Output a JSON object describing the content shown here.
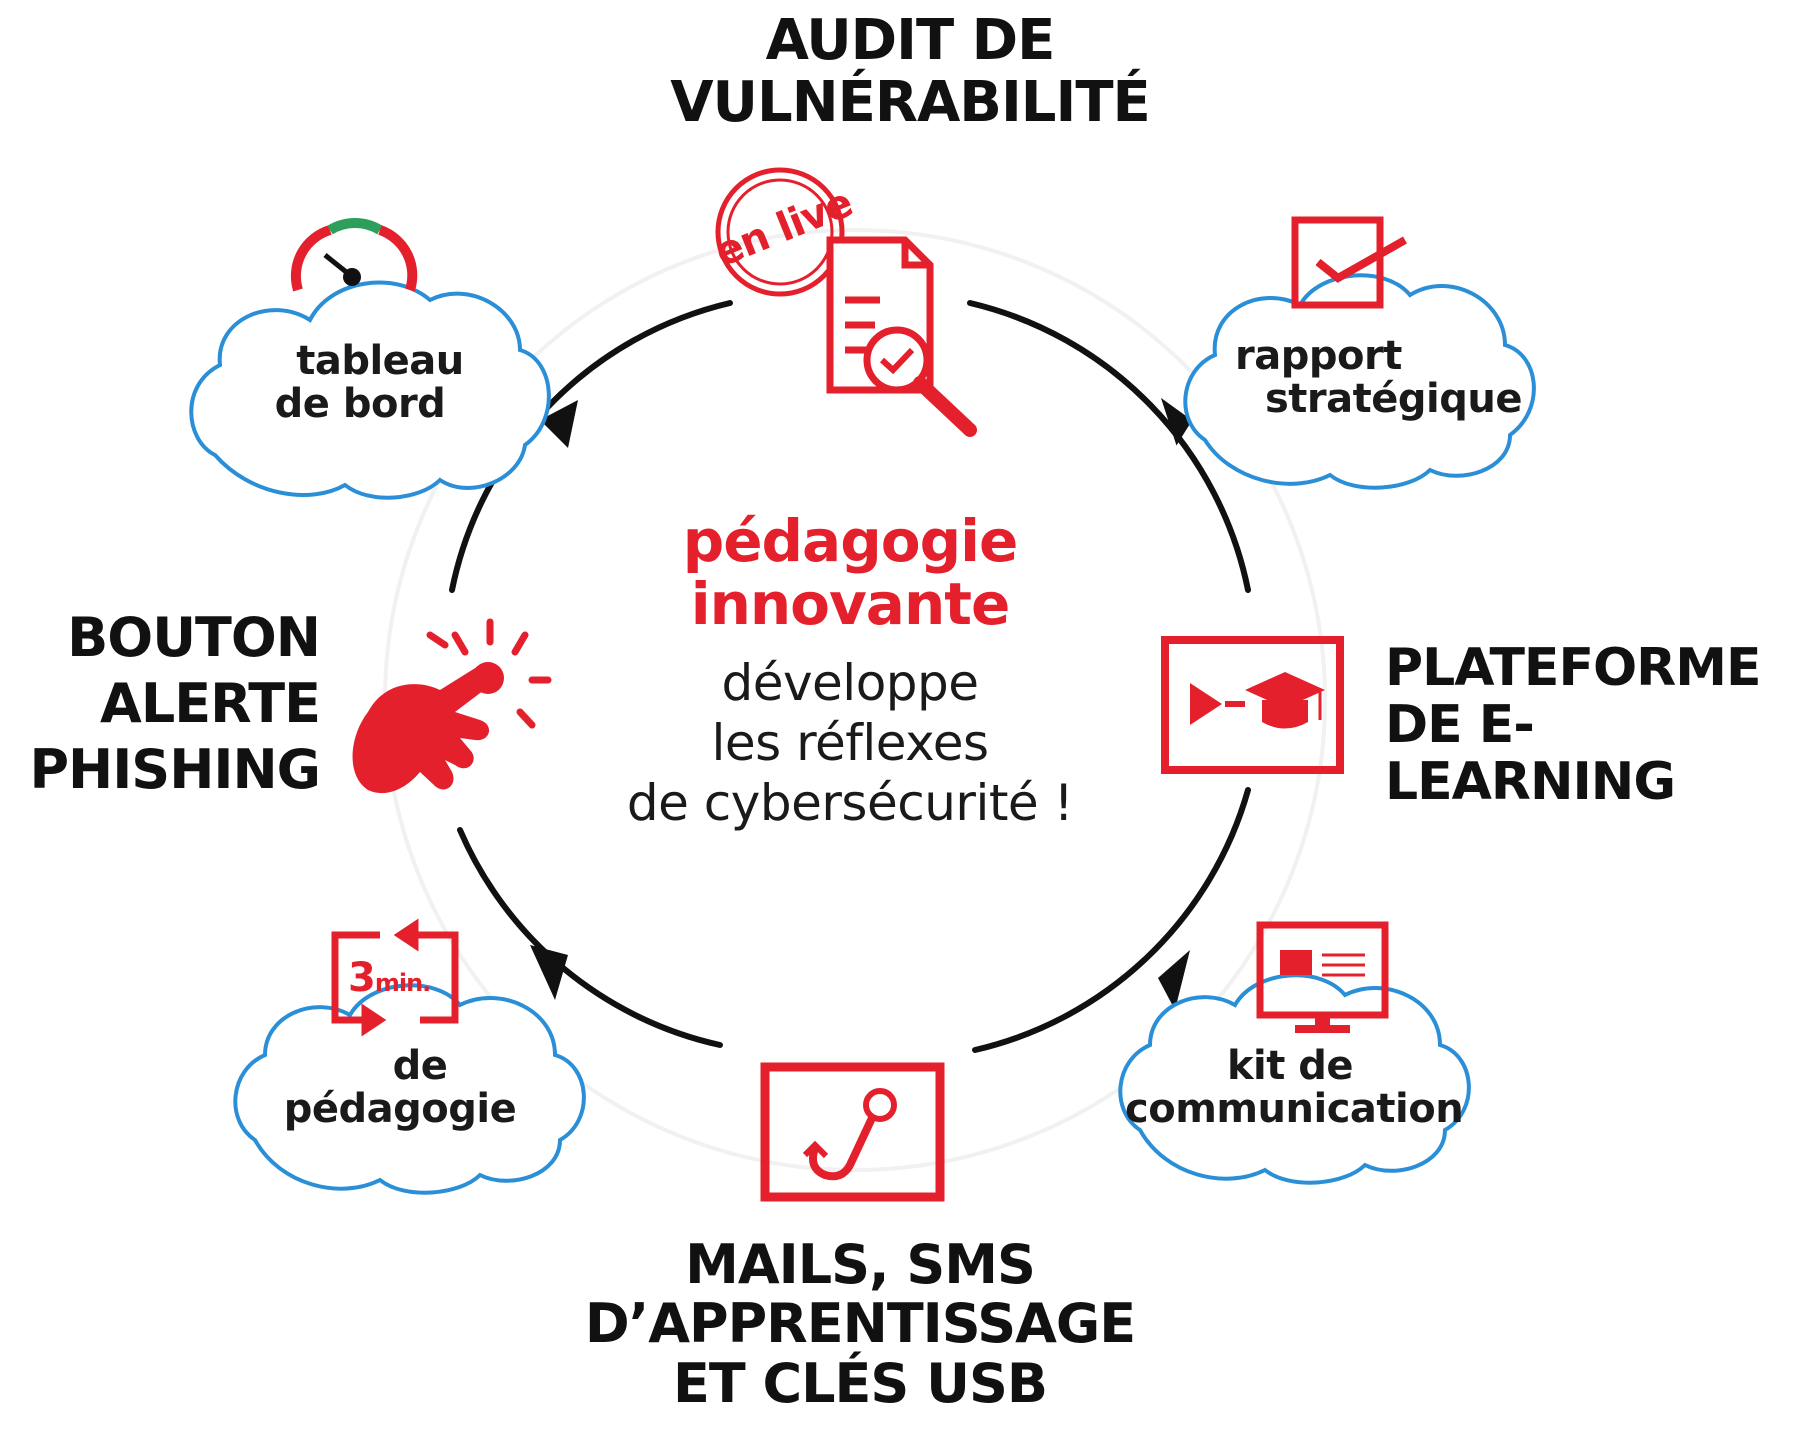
{
  "colors": {
    "accent": "#e4202c",
    "cloud": "#2a8fd6",
    "cycle": "#111111",
    "gauge_green": "#2e9e5b"
  },
  "top": {
    "line1": "AUDIT DE",
    "line2": "VULNÉRABILITÉ",
    "badge": "en live"
  },
  "right": {
    "line1": "PLATEFORME",
    "line2": "DE E-LEARNING"
  },
  "bottom": {
    "line1": "MAILS, SMS",
    "line2": "D’APPRENTISSAGE",
    "line3": "ET CLÉS USB"
  },
  "left": {
    "line1": "BOUTON",
    "line2": "ALERTE",
    "line3": "PHISHING"
  },
  "clouds": {
    "top_left": {
      "line1": "tableau",
      "line2": "de bord",
      "icon": "gauge-icon"
    },
    "top_right": {
      "line1": "rapport",
      "line2": "stratégique",
      "icon": "checkbox-icon"
    },
    "bottom_right": {
      "line1": "kit de",
      "line2": "communication",
      "icon": "monitor-icon"
    },
    "bottom_left": {
      "line1": "de",
      "line2": "pédagogie",
      "badge_number": "3",
      "badge_unit": "min.",
      "icon": "timer-icon"
    }
  },
  "center": {
    "line1": "pédagogie",
    "line2": "innovante",
    "line3": "développe",
    "line4": "les réflexes",
    "line5": "de cybersécurité !"
  },
  "icons": {
    "top": "document-search-icon",
    "right": "elearning-screen-icon",
    "bottom": "phishing-hook-icon",
    "left": "click-hand-icon"
  }
}
